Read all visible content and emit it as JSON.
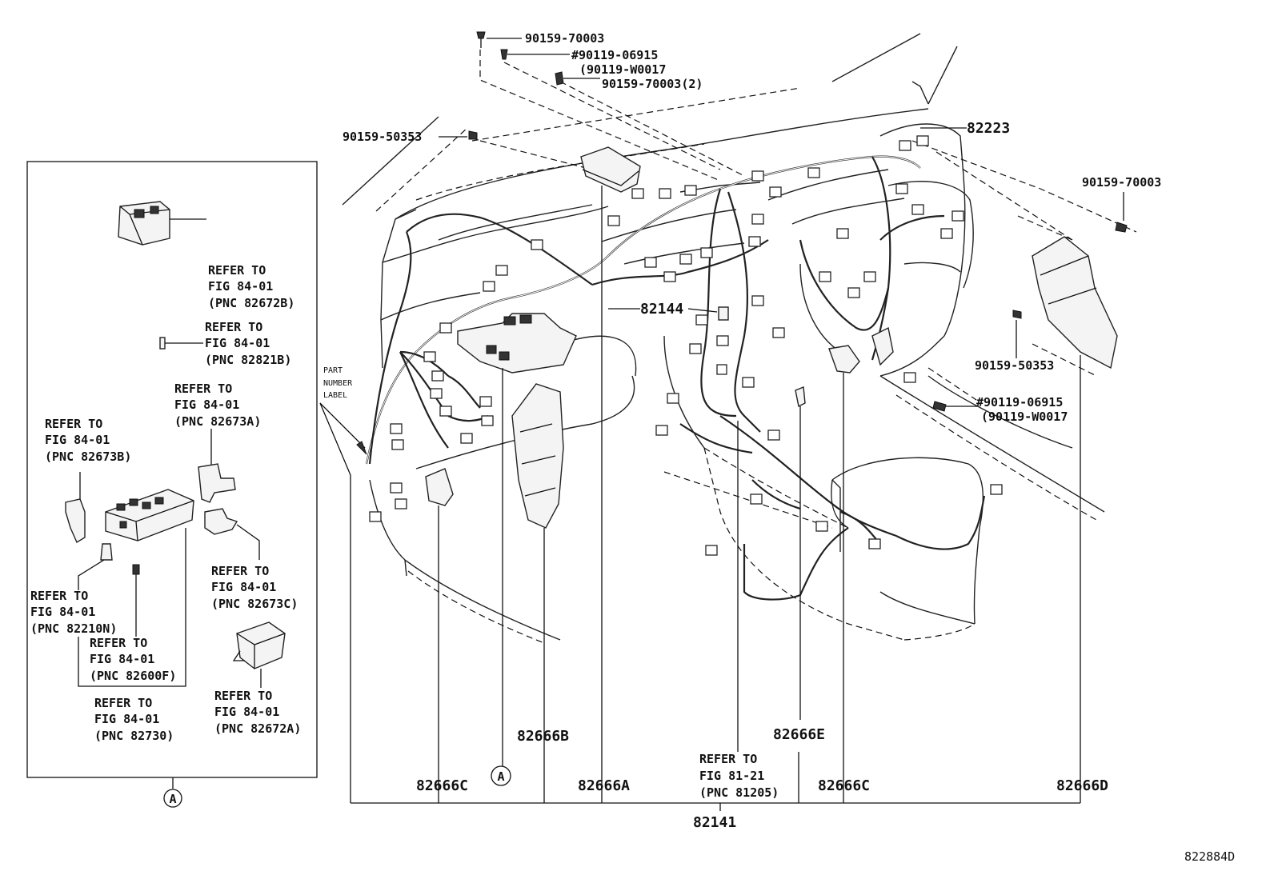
{
  "labels": {
    "screw_top": "90159-70003",
    "hash1_a": "#90119-06915",
    "hash1_b": "(90119-W0017",
    "screw_top2": "90159-70003(2)",
    "screw_left": "90159-50353",
    "p82223": "82223",
    "screw_right": "90159-70003",
    "p82144": "82144",
    "screw_right2": "90159-50353",
    "hash2_a": "#90119-06915",
    "hash2_b": "(90119-W0017",
    "part_label_1": "PART",
    "part_label_2": "NUMBER",
    "part_label_3": "LABEL",
    "p82666e": "82666E",
    "p82666b": "82666B",
    "p82666c_left": "82666C",
    "marker_a": "A",
    "p82666a": "82666A",
    "ref81_1": "REFER TO",
    "ref81_2": "FIG 81-21",
    "ref81_3": "(PNC 81205)",
    "p82666c_right": "82666C",
    "p82666d": "82666D",
    "p82141": "82141",
    "inset_marker": "A",
    "drawing_id": "822884D"
  },
  "inset_refs": {
    "r82672b": {
      "l1": "REFER TO",
      "l2": "FIG 84-01",
      "l3": "(PNC 82672B)"
    },
    "r82821b": {
      "l1": "REFER TO",
      "l2": "FIG 84-01",
      "l3": "(PNC 82821B)"
    },
    "r82673a": {
      "l1": "REFER TO",
      "l2": "FIG 84-01",
      "l3": "(PNC 82673A)"
    },
    "r82673b": {
      "l1": "REFER TO",
      "l2": "FIG 84-01",
      "l3": "(PNC 82673B)"
    },
    "r82673c": {
      "l1": "REFER TO",
      "l2": "FIG 84-01",
      "l3": "(PNC 82673C)"
    },
    "r82210n": {
      "l1": "REFER TO",
      "l2": "FIG 84-01",
      "l3": "(PNC 82210N)"
    },
    "r82600f": {
      "l1": "REFER TO",
      "l2": "FIG 84-01",
      "l3": "(PNC 82600F)"
    },
    "r82730": {
      "l1": "REFER TO",
      "l2": "FIG 84-01",
      "l3": "(PNC 82730)"
    },
    "r82672a": {
      "l1": "REFER TO",
      "l2": "FIG 84-01",
      "l3": "(PNC 82672A)"
    }
  }
}
